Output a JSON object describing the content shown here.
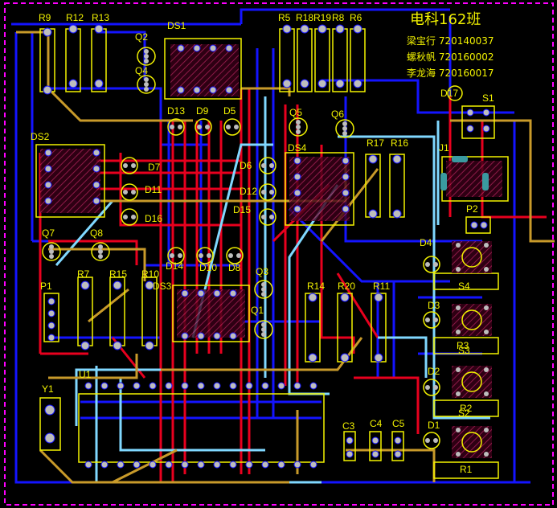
{
  "board": {
    "title": "电科162班",
    "credits": [
      "梁宝行 720140037",
      "螺秋帆 720160002",
      "李龙海 720160017"
    ]
  },
  "designators": {
    "R9": "R9",
    "R12": "R12",
    "R13": "R13",
    "DS1": "DS1",
    "Q2": "Q2",
    "Q4": "Q4",
    "R5": "R5",
    "R18": "R18",
    "R19": "R19",
    "R8": "R8",
    "R6": "R6",
    "D17": "D17",
    "S1": "S1",
    "D13": "D13",
    "D9": "D9",
    "D5": "D5",
    "Q5": "Q5",
    "Q6": "Q6",
    "DS2": "DS2",
    "D7": "D7",
    "D11": "D11",
    "D16": "D16",
    "D6": "D6",
    "D12": "D12",
    "D15": "D15",
    "DS4": "DS4",
    "R17": "R17",
    "R16": "R16",
    "J1": "J1",
    "P2": "P2",
    "Q7": "Q7",
    "Q8": "Q8",
    "D14": "D14",
    "D10": "D10",
    "D8": "D8",
    "D4": "D4",
    "P1": "P1",
    "R7": "R7",
    "R15": "R15",
    "R10": "R10",
    "DS3": "DS3",
    "Q3": "Q3",
    "Q1": "Q1",
    "R14": "R14",
    "R20": "R20",
    "R11": "R11",
    "D3": "D3",
    "S4": "S4",
    "R3": "R3",
    "S3": "S3",
    "U1": "U1",
    "D2": "D2",
    "R2": "R2",
    "S2": "S2",
    "Y1": "Y1",
    "C3": "C3",
    "C4": "C4",
    "C5": "C5",
    "D1": "D1",
    "R1": "R1"
  },
  "colors": {
    "background": "#000000",
    "top_layer": "#e8001e",
    "bottom_layer": "#1414ff",
    "top_overlay": "#f2f200",
    "mech_layer": "#ff00ff",
    "route_cyan": "#80d8ff",
    "route_gold": "#c89a2a",
    "pad": "#bdbdbd",
    "courtyard": "#b0205a"
  }
}
